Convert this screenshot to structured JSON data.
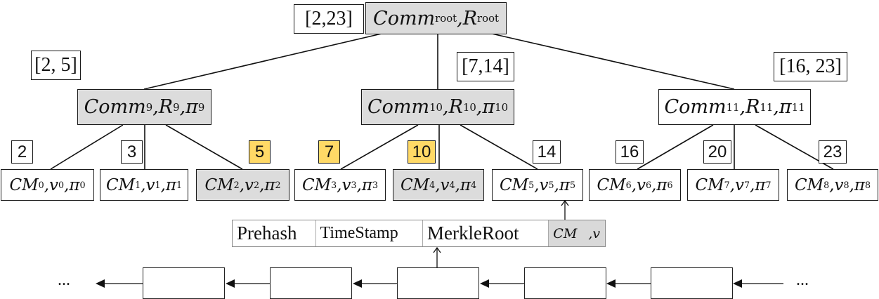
{
  "tree": {
    "root": {
      "label": "Comm",
      "sub": "root",
      "r_label": "R",
      "r_sub": "root",
      "range": "[2,23]"
    },
    "internal": [
      {
        "label": "Comm",
        "idx": "9",
        "range": "[2, 5]",
        "gray": true
      },
      {
        "label": "Comm",
        "idx": "10",
        "range": "[7,14]",
        "gray": true
      },
      {
        "label": "Comm",
        "idx": "11",
        "range": "[16, 23]",
        "gray": false
      }
    ],
    "leaves": [
      {
        "cm": "CM",
        "i": "0",
        "value": "2",
        "gray": false,
        "highlight": false
      },
      {
        "cm": "CM",
        "i": "1",
        "value": "3",
        "gray": false,
        "highlight": false
      },
      {
        "cm": "CM",
        "i": "2",
        "value": "5",
        "gray": true,
        "highlight": true
      },
      {
        "cm": "CM",
        "i": "3",
        "value": "7",
        "gray": false,
        "highlight": true
      },
      {
        "cm": "CM",
        "i": "4",
        "value": "10",
        "gray": true,
        "highlight": true
      },
      {
        "cm": "CM",
        "i": "5",
        "value": "14",
        "gray": false,
        "highlight": false
      },
      {
        "cm": "CM",
        "i": "6",
        "value": "16",
        "gray": false,
        "highlight": false
      },
      {
        "cm": "CM",
        "i": "7",
        "value": "20",
        "gray": false,
        "highlight": false
      },
      {
        "cm": "CM",
        "i": "8",
        "value": "23",
        "gray": false,
        "highlight": false
      }
    ],
    "colors": {
      "gray_fill": "#dcdcdc",
      "highlight_fill": "#ffd966"
    }
  },
  "block_header": {
    "prehash": "Prehash",
    "timestamp": "TimeStamp",
    "merkle_root": "MerkleRoot",
    "cm_v": "CM ,v"
  },
  "chain": {
    "ellipsis_left": "...",
    "ellipsis_right": "...",
    "block_count": 5
  }
}
